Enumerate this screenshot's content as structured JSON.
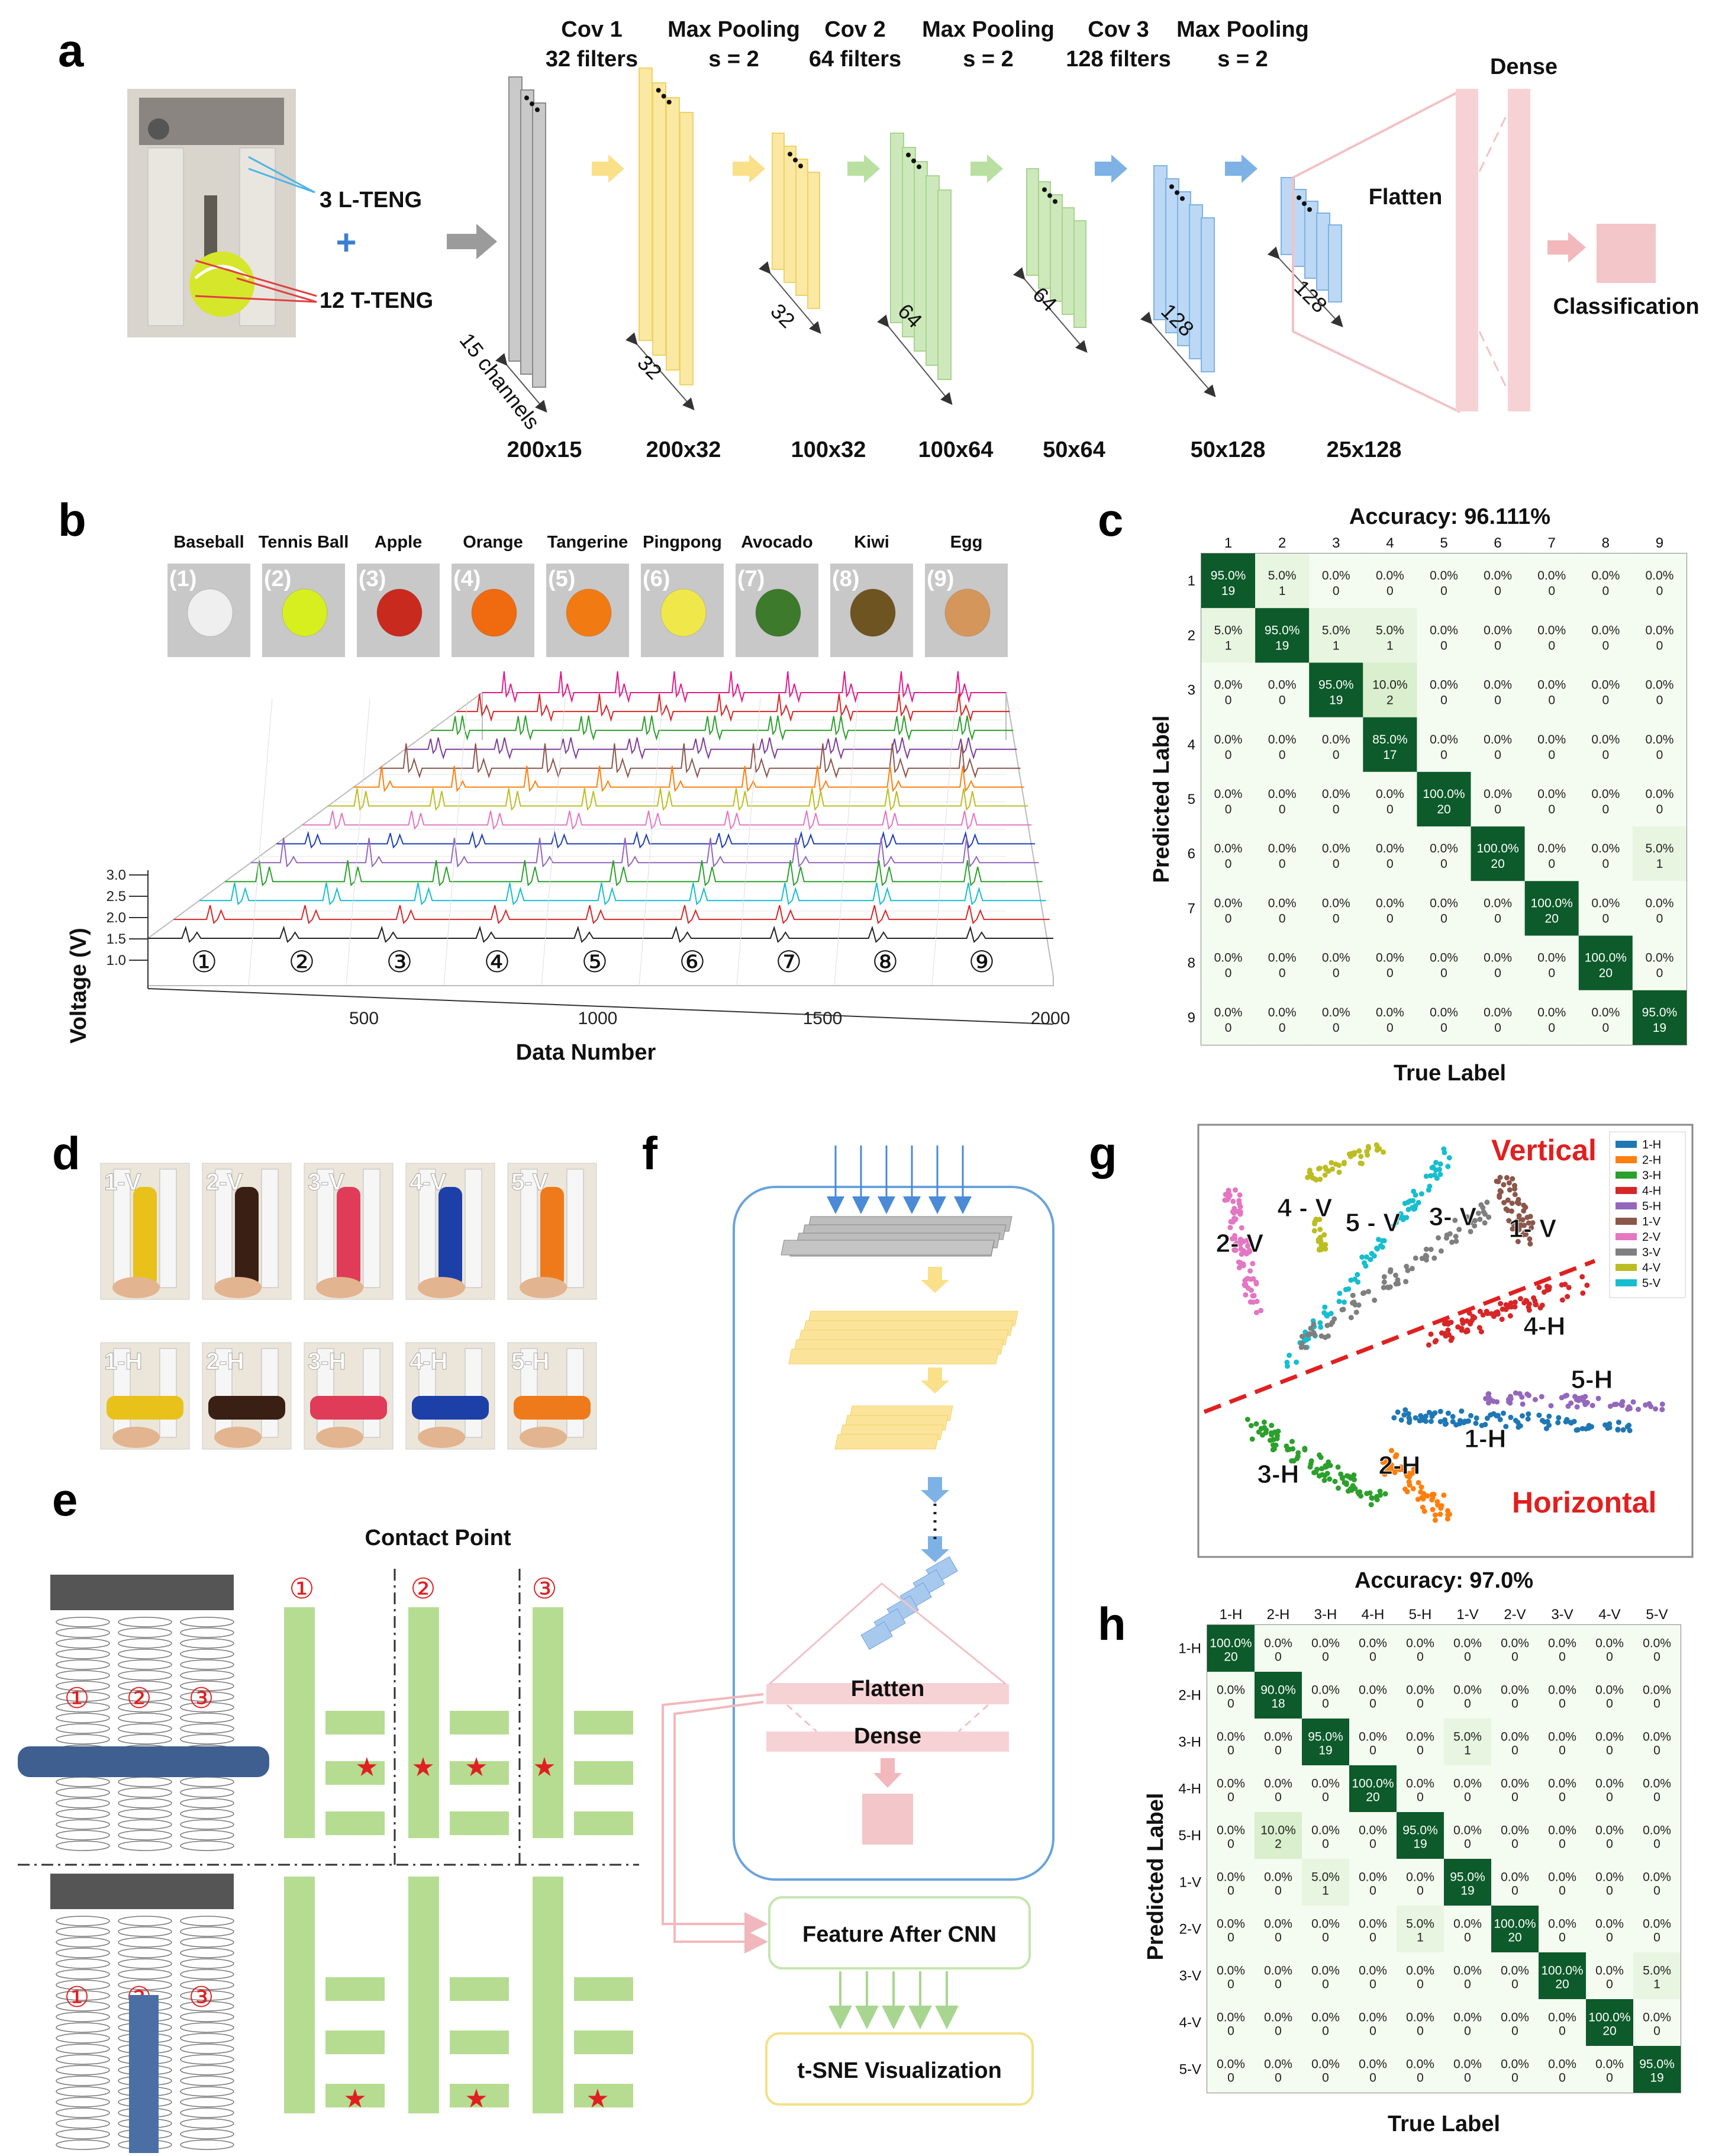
{
  "panel_a": {
    "letter": "a",
    "photo_labels": [
      "3 L-TENG",
      "12 T-TENG"
    ],
    "layers": [
      {
        "name": "Cov 1",
        "detail": "32 filters"
      },
      {
        "name": "Max Pooling",
        "detail": "s = 2"
      },
      {
        "name": "Cov 2",
        "detail": "64 filters"
      },
      {
        "name": "Max Pooling",
        "detail": "s = 2"
      },
      {
        "name": "Cov 3",
        "detail": "128 filters"
      },
      {
        "name": "Max Pooling",
        "detail": "s = 2"
      }
    ],
    "dims": [
      "200x15",
      "200x32",
      "100x32",
      "100x64",
      "50x64",
      "50x128",
      "25x128"
    ],
    "depth_labels": [
      "15 channels",
      "32",
      "32",
      "64",
      "64",
      "128",
      "128"
    ],
    "flatten": "Flatten",
    "dense": "Dense",
    "classification": "Classification"
  },
  "panel_b": {
    "letter": "b",
    "objects": [
      {
        "num": "(1)",
        "name": "Baseball",
        "color": "#efefef"
      },
      {
        "num": "(2)",
        "name": "Tennis Ball",
        "color": "#d7ef1f"
      },
      {
        "num": "(3)",
        "name": "Apple",
        "color": "#c92a1e"
      },
      {
        "num": "(4)",
        "name": "Orange",
        "color": "#f06a10"
      },
      {
        "num": "(5)",
        "name": "Tangerine",
        "color": "#f27a12"
      },
      {
        "num": "(6)",
        "name": "Pingpong",
        "color": "#f0e84a"
      },
      {
        "num": "(7)",
        "name": "Avocado",
        "color": "#3e7a2c"
      },
      {
        "num": "(8)",
        "name": "Kiwi",
        "color": "#6e5420"
      },
      {
        "num": "(9)",
        "name": "Egg",
        "color": "#d4965a"
      }
    ],
    "circled": [
      "①",
      "②",
      "③",
      "④",
      "⑤",
      "⑥",
      "⑦",
      "⑧",
      "⑨"
    ],
    "ylabel": "Voltage (V)",
    "yticks": [
      "3.0",
      "2.5",
      "2.0",
      "1.5",
      "1.0"
    ],
    "xlabel": "Data Number",
    "xticks": [
      "500",
      "1000",
      "1500",
      "2000"
    ],
    "trace_colors": [
      "#222222",
      "#d62728",
      "#17becf",
      "#2ca02c",
      "#9467bd",
      "#1f3fb4",
      "#e377c2",
      "#bcbd22",
      "#ff7f0e",
      "#8c564b",
      "#7f3f98",
      "#2ca02c",
      "#d62728",
      "#e31a8c"
    ]
  },
  "panel_c": {
    "letter": "c",
    "title": "Accuracy: 96.111%",
    "ylabel": "Predicted Label",
    "xlabel": "True Label",
    "labels": [
      "1",
      "2",
      "3",
      "4",
      "5",
      "6",
      "7",
      "8",
      "9"
    ],
    "matrix": [
      [
        [
          "95.0%",
          "19"
        ],
        [
          "5.0%",
          "1"
        ],
        [
          "0.0%",
          "0"
        ],
        [
          "0.0%",
          "0"
        ],
        [
          "0.0%",
          "0"
        ],
        [
          "0.0%",
          "0"
        ],
        [
          "0.0%",
          "0"
        ],
        [
          "0.0%",
          "0"
        ],
        [
          "0.0%",
          "0"
        ]
      ],
      [
        [
          "5.0%",
          "1"
        ],
        [
          "95.0%",
          "19"
        ],
        [
          "5.0%",
          "1"
        ],
        [
          "5.0%",
          "1"
        ],
        [
          "0.0%",
          "0"
        ],
        [
          "0.0%",
          "0"
        ],
        [
          "0.0%",
          "0"
        ],
        [
          "0.0%",
          "0"
        ],
        [
          "0.0%",
          "0"
        ]
      ],
      [
        [
          "0.0%",
          "0"
        ],
        [
          "0.0%",
          "0"
        ],
        [
          "95.0%",
          "19"
        ],
        [
          "10.0%",
          "2"
        ],
        [
          "0.0%",
          "0"
        ],
        [
          "0.0%",
          "0"
        ],
        [
          "0.0%",
          "0"
        ],
        [
          "0.0%",
          "0"
        ],
        [
          "0.0%",
          "0"
        ]
      ],
      [
        [
          "0.0%",
          "0"
        ],
        [
          "0.0%",
          "0"
        ],
        [
          "0.0%",
          "0"
        ],
        [
          "85.0%",
          "17"
        ],
        [
          "0.0%",
          "0"
        ],
        [
          "0.0%",
          "0"
        ],
        [
          "0.0%",
          "0"
        ],
        [
          "0.0%",
          "0"
        ],
        [
          "0.0%",
          "0"
        ]
      ],
      [
        [
          "0.0%",
          "0"
        ],
        [
          "0.0%",
          "0"
        ],
        [
          "0.0%",
          "0"
        ],
        [
          "0.0%",
          "0"
        ],
        [
          "100.0%",
          "20"
        ],
        [
          "0.0%",
          "0"
        ],
        [
          "0.0%",
          "0"
        ],
        [
          "0.0%",
          "0"
        ],
        [
          "0.0%",
          "0"
        ]
      ],
      [
        [
          "0.0%",
          "0"
        ],
        [
          "0.0%",
          "0"
        ],
        [
          "0.0%",
          "0"
        ],
        [
          "0.0%",
          "0"
        ],
        [
          "0.0%",
          "0"
        ],
        [
          "100.0%",
          "20"
        ],
        [
          "0.0%",
          "0"
        ],
        [
          "0.0%",
          "0"
        ],
        [
          "5.0%",
          "1"
        ]
      ],
      [
        [
          "0.0%",
          "0"
        ],
        [
          "0.0%",
          "0"
        ],
        [
          "0.0%",
          "0"
        ],
        [
          "0.0%",
          "0"
        ],
        [
          "0.0%",
          "0"
        ],
        [
          "0.0%",
          "0"
        ],
        [
          "100.0%",
          "20"
        ],
        [
          "0.0%",
          "0"
        ],
        [
          "0.0%",
          "0"
        ]
      ],
      [
        [
          "0.0%",
          "0"
        ],
        [
          "0.0%",
          "0"
        ],
        [
          "0.0%",
          "0"
        ],
        [
          "0.0%",
          "0"
        ],
        [
          "0.0%",
          "0"
        ],
        [
          "0.0%",
          "0"
        ],
        [
          "0.0%",
          "0"
        ],
        [
          "100.0%",
          "20"
        ],
        [
          "0.0%",
          "0"
        ]
      ],
      [
        [
          "0.0%",
          "0"
        ],
        [
          "0.0%",
          "0"
        ],
        [
          "0.0%",
          "0"
        ],
        [
          "0.0%",
          "0"
        ],
        [
          "0.0%",
          "0"
        ],
        [
          "0.0%",
          "0"
        ],
        [
          "0.0%",
          "0"
        ],
        [
          "0.0%",
          "0"
        ],
        [
          "95.0%",
          "19"
        ]
      ]
    ]
  },
  "panel_d": {
    "letter": "d",
    "vertical": [
      "1-V",
      "2-V",
      "3-V",
      "4-V",
      "5-V"
    ],
    "horizontal": [
      "1-H",
      "2-H",
      "3-H",
      "4-H",
      "5-H"
    ],
    "object_colors": [
      "#e8c21a",
      "#3a1f14",
      "#e03c5a",
      "#1d3fa8",
      "#ef7a1c"
    ]
  },
  "panel_e": {
    "letter": "e",
    "title": "Contact Point",
    "circled": [
      "①",
      "②",
      "③"
    ]
  },
  "panel_f": {
    "letter": "f",
    "flatten": "Flatten",
    "dense": "Dense",
    "feature": "Feature After CNN",
    "tsne": "t-SNE Visualization"
  },
  "panel_g": {
    "letter": "g",
    "vertical": "Vertical",
    "horizontal": "Horizontal",
    "legend": [
      {
        "label": "1-H",
        "color": "#1f77b4"
      },
      {
        "label": "2-H",
        "color": "#ff7f0e"
      },
      {
        "label": "3-H",
        "color": "#2ca02c"
      },
      {
        "label": "4-H",
        "color": "#d62728"
      },
      {
        "label": "5-H",
        "color": "#9467bd"
      },
      {
        "label": "1-V",
        "color": "#8c564b"
      },
      {
        "label": "2-V",
        "color": "#e377c2"
      },
      {
        "label": "3-V",
        "color": "#7f7f7f"
      },
      {
        "label": "4-V",
        "color": "#bcbd22"
      },
      {
        "label": "5-V",
        "color": "#17becf"
      }
    ],
    "cluster_labels": [
      "2- V",
      "4 - V",
      "5 - V",
      "3- V",
      "1- V",
      "4-H",
      "5-H",
      "1-H",
      "3-H",
      "2-H"
    ]
  },
  "panel_h": {
    "letter": "h",
    "title": "Accuracy: 97.0%",
    "ylabel": "Predicted Label",
    "xlabel": "True Label",
    "labels": [
      "1-H",
      "2-H",
      "3-H",
      "4-H",
      "5-H",
      "1-V",
      "2-V",
      "3-V",
      "4-V",
      "5-V"
    ],
    "matrix": [
      [
        [
          "100.0%",
          "20"
        ],
        [
          "0.0%",
          "0"
        ],
        [
          "0.0%",
          "0"
        ],
        [
          "0.0%",
          "0"
        ],
        [
          "0.0%",
          "0"
        ],
        [
          "0.0%",
          "0"
        ],
        [
          "0.0%",
          "0"
        ],
        [
          "0.0%",
          "0"
        ],
        [
          "0.0%",
          "0"
        ],
        [
          "0.0%",
          "0"
        ]
      ],
      [
        [
          "0.0%",
          "0"
        ],
        [
          "90.0%",
          "18"
        ],
        [
          "0.0%",
          "0"
        ],
        [
          "0.0%",
          "0"
        ],
        [
          "0.0%",
          "0"
        ],
        [
          "0.0%",
          "0"
        ],
        [
          "0.0%",
          "0"
        ],
        [
          "0.0%",
          "0"
        ],
        [
          "0.0%",
          "0"
        ],
        [
          "0.0%",
          "0"
        ]
      ],
      [
        [
          "0.0%",
          "0"
        ],
        [
          "0.0%",
          "0"
        ],
        [
          "95.0%",
          "19"
        ],
        [
          "0.0%",
          "0"
        ],
        [
          "0.0%",
          "0"
        ],
        [
          "5.0%",
          "1"
        ],
        [
          "0.0%",
          "0"
        ],
        [
          "0.0%",
          "0"
        ],
        [
          "0.0%",
          "0"
        ],
        [
          "0.0%",
          "0"
        ]
      ],
      [
        [
          "0.0%",
          "0"
        ],
        [
          "0.0%",
          "0"
        ],
        [
          "0.0%",
          "0"
        ],
        [
          "100.0%",
          "20"
        ],
        [
          "0.0%",
          "0"
        ],
        [
          "0.0%",
          "0"
        ],
        [
          "0.0%",
          "0"
        ],
        [
          "0.0%",
          "0"
        ],
        [
          "0.0%",
          "0"
        ],
        [
          "0.0%",
          "0"
        ]
      ],
      [
        [
          "0.0%",
          "0"
        ],
        [
          "10.0%",
          "2"
        ],
        [
          "0.0%",
          "0"
        ],
        [
          "0.0%",
          "0"
        ],
        [
          "95.0%",
          "19"
        ],
        [
          "0.0%",
          "0"
        ],
        [
          "0.0%",
          "0"
        ],
        [
          "0.0%",
          "0"
        ],
        [
          "0.0%",
          "0"
        ],
        [
          "0.0%",
          "0"
        ]
      ],
      [
        [
          "0.0%",
          "0"
        ],
        [
          "0.0%",
          "0"
        ],
        [
          "5.0%",
          "1"
        ],
        [
          "0.0%",
          "0"
        ],
        [
          "0.0%",
          "0"
        ],
        [
          "95.0%",
          "19"
        ],
        [
          "0.0%",
          "0"
        ],
        [
          "0.0%",
          "0"
        ],
        [
          "0.0%",
          "0"
        ],
        [
          "0.0%",
          "0"
        ]
      ],
      [
        [
          "0.0%",
          "0"
        ],
        [
          "0.0%",
          "0"
        ],
        [
          "0.0%",
          "0"
        ],
        [
          "0.0%",
          "0"
        ],
        [
          "5.0%",
          "1"
        ],
        [
          "0.0%",
          "0"
        ],
        [
          "100.0%",
          "20"
        ],
        [
          "0.0%",
          "0"
        ],
        [
          "0.0%",
          "0"
        ],
        [
          "0.0%",
          "0"
        ]
      ],
      [
        [
          "0.0%",
          "0"
        ],
        [
          "0.0%",
          "0"
        ],
        [
          "0.0%",
          "0"
        ],
        [
          "0.0%",
          "0"
        ],
        [
          "0.0%",
          "0"
        ],
        [
          "0.0%",
          "0"
        ],
        [
          "0.0%",
          "0"
        ],
        [
          "100.0%",
          "20"
        ],
        [
          "0.0%",
          "0"
        ],
        [
          "5.0%",
          "1"
        ]
      ],
      [
        [
          "0.0%",
          "0"
        ],
        [
          "0.0%",
          "0"
        ],
        [
          "0.0%",
          "0"
        ],
        [
          "0.0%",
          "0"
        ],
        [
          "0.0%",
          "0"
        ],
        [
          "0.0%",
          "0"
        ],
        [
          "0.0%",
          "0"
        ],
        [
          "0.0%",
          "0"
        ],
        [
          "100.0%",
          "20"
        ],
        [
          "0.0%",
          "0"
        ]
      ],
      [
        [
          "0.0%",
          "0"
        ],
        [
          "0.0%",
          "0"
        ],
        [
          "0.0%",
          "0"
        ],
        [
          "0.0%",
          "0"
        ],
        [
          "0.0%",
          "0"
        ],
        [
          "0.0%",
          "0"
        ],
        [
          "0.0%",
          "0"
        ],
        [
          "0.0%",
          "0"
        ],
        [
          "0.0%",
          "0"
        ],
        [
          "95.0%",
          "19"
        ]
      ]
    ]
  }
}
